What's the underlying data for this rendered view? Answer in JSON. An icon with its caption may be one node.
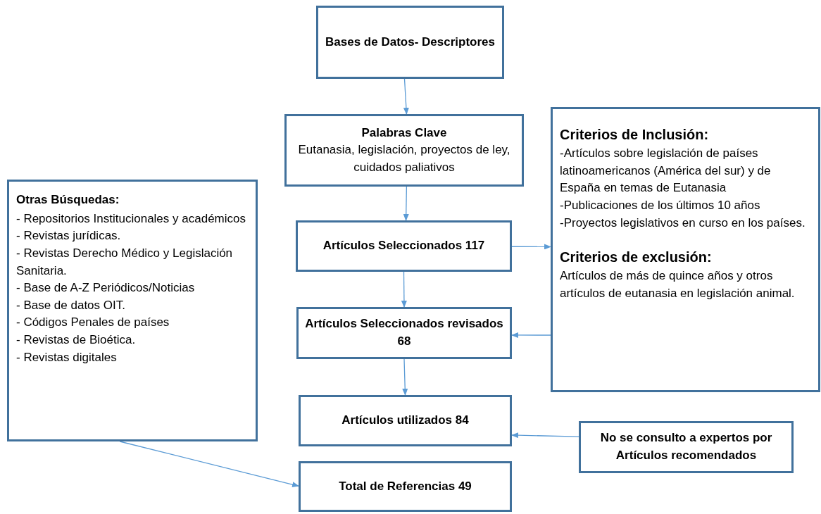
{
  "diagram": {
    "nodes": [
      {
        "text": [
          "Bases de Datos- Descriptores"
        ]
      },
      {
        "text": [
          "Palabras Clave",
          "Eutanasia, legislación, proyectos de ley, cuidados paliativos"
        ]
      },
      {
        "text": [
          "Artículos Seleccionados 117"
        ]
      },
      {
        "text": [
          "Artículos Seleccionados revisados 68"
        ]
      },
      {
        "text": [
          "Artículos utilizados 84"
        ]
      },
      {
        "text": [
          "Total de Referencias 49"
        ]
      },
      {
        "text": [
          "Otras Búsquedas:",
          "- Repositorios Institucionales y académicos",
          "- Revistas jurídicas.",
          "- Revistas Derecho Médico y Legislación Sanitaria.",
          "- Base de A-Z Periódicos/Noticias",
          "- Base de datos OIT.",
          "- Códigos Penales de países",
          "- Revistas de Bioética.",
          "- Revistas digitales"
        ]
      },
      {
        "text": [
          "Criterios de Inclusión:",
          "-Artículos sobre legislación de países latinoamericanos (América del sur) y de España en temas de Eutanasia",
          "-Publicaciones de los últimos 10 años",
          "-Proyectos legislativos en curso en los países.",
          "Criterios de exclusión:",
          "Artículos de más de quince años y otros artículos de eutanasia en legislación animal."
        ]
      },
      {
        "text": [
          "No se consulto a expertos por Artículos recomendados"
        ]
      }
    ],
    "edges": [
      {
        "from": 0,
        "to": 1,
        "arrow": "to"
      },
      {
        "from": 1,
        "to": 2,
        "arrow": "to"
      },
      {
        "from": 2,
        "to": 7,
        "arrow": "to"
      },
      {
        "from": 2,
        "to": 3,
        "arrow": "to"
      },
      {
        "from": 7,
        "to": 3,
        "arrow": "to"
      },
      {
        "from": 3,
        "to": 4,
        "arrow": "to"
      },
      {
        "from": 8,
        "to": 4,
        "arrow": "to"
      },
      {
        "from": 6,
        "to": 5,
        "arrow": "to"
      }
    ]
  }
}
